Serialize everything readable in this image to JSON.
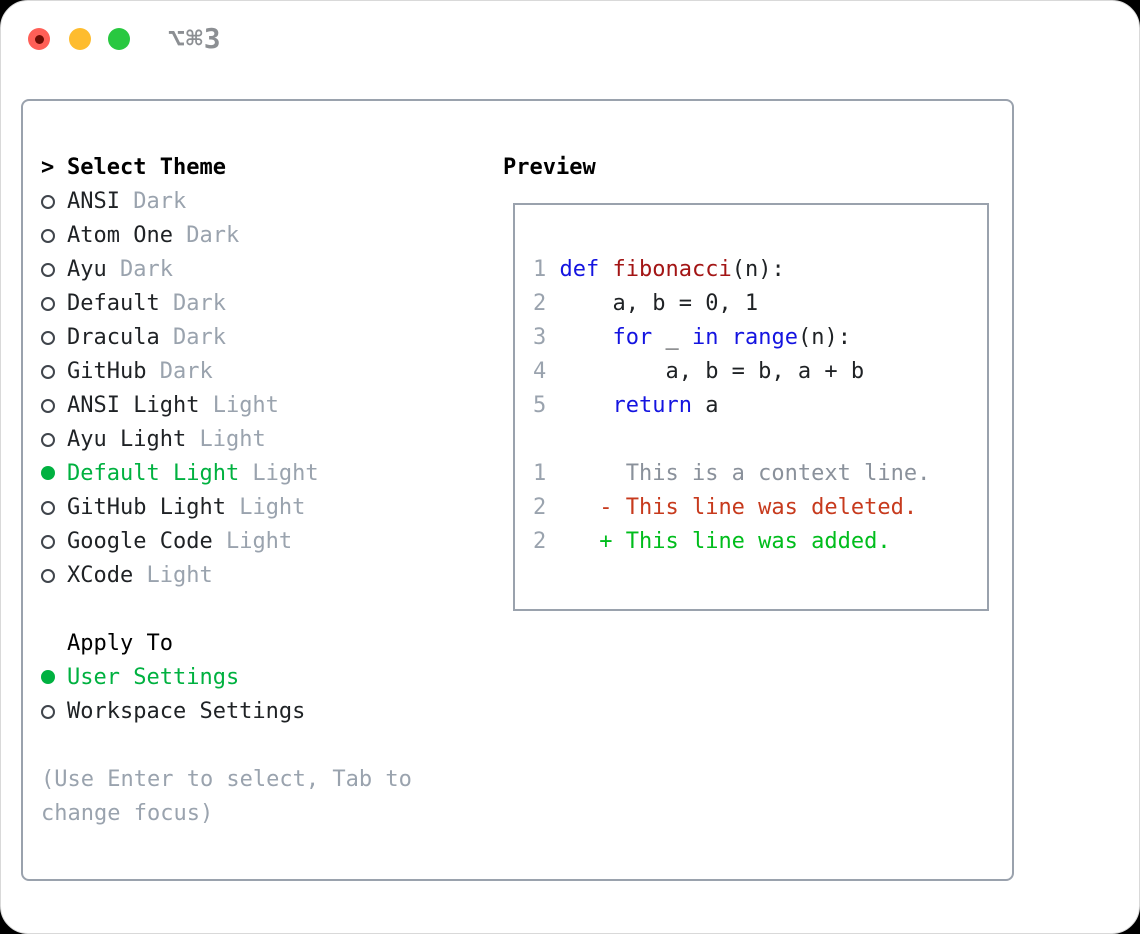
{
  "window": {
    "title": "⌥⌘3"
  },
  "traffic_lights": {
    "close": "close-button",
    "minimize": "minimize-button",
    "zoom": "zoom-button"
  },
  "theme_panel": {
    "prompt": ">",
    "header": "Select Theme",
    "items": [
      {
        "name": "ANSI",
        "tag": "Dark",
        "selected": false
      },
      {
        "name": "Atom One",
        "tag": "Dark",
        "selected": false
      },
      {
        "name": "Ayu",
        "tag": "Dark",
        "selected": false
      },
      {
        "name": "Default",
        "tag": "Dark",
        "selected": false
      },
      {
        "name": "Dracula",
        "tag": "Dark",
        "selected": false
      },
      {
        "name": "GitHub",
        "tag": "Dark",
        "selected": false
      },
      {
        "name": "ANSI Light",
        "tag": "Light",
        "selected": false
      },
      {
        "name": "Ayu Light",
        "tag": "Light",
        "selected": false
      },
      {
        "name": "Default Light",
        "tag": "Light",
        "selected": true
      },
      {
        "name": "GitHub Light",
        "tag": "Light",
        "selected": false
      },
      {
        "name": "Google Code",
        "tag": "Light",
        "selected": false
      },
      {
        "name": "XCode",
        "tag": "Light",
        "selected": false
      }
    ],
    "apply_to": {
      "header": "Apply To",
      "options": [
        {
          "label": "User Settings",
          "selected": true
        },
        {
          "label": "Workspace Settings",
          "selected": false
        }
      ]
    },
    "help": "(Use Enter to select, Tab to change focus)"
  },
  "preview": {
    "header": "Preview",
    "lines": [
      {
        "num": "1",
        "type": "code",
        "tokens": [
          [
            " ",
            "pl"
          ],
          [
            "def",
            "kw"
          ],
          [
            " ",
            "pl"
          ],
          [
            "fibonacci",
            "fn"
          ],
          [
            "(n):",
            "pl"
          ]
        ]
      },
      {
        "num": "2",
        "type": "code",
        "tokens": [
          [
            "     a, b = 0, 1",
            "pl"
          ]
        ]
      },
      {
        "num": "3",
        "type": "code",
        "tokens": [
          [
            "     ",
            "pl"
          ],
          [
            "for",
            "kw"
          ],
          [
            " _ ",
            "pl"
          ],
          [
            "in",
            "kw"
          ],
          [
            " ",
            "pl"
          ],
          [
            "range",
            "kw"
          ],
          [
            "(n):",
            "pl"
          ]
        ]
      },
      {
        "num": "4",
        "type": "code",
        "tokens": [
          [
            "         a, b = b, a + b",
            "pl"
          ]
        ]
      },
      {
        "num": "5",
        "type": "code",
        "tokens": [
          [
            "     ",
            "pl"
          ],
          [
            "return",
            "kw"
          ],
          [
            " a",
            "pl"
          ]
        ]
      },
      {
        "num": "",
        "type": "blank",
        "tokens": []
      },
      {
        "num": "1",
        "type": "context",
        "tokens": [
          [
            "      This is a context line.",
            "ctx"
          ]
        ]
      },
      {
        "num": "2",
        "type": "deleted",
        "tokens": [
          [
            "    ",
            "pl"
          ],
          [
            "- This line was deleted.",
            "del"
          ]
        ]
      },
      {
        "num": "2",
        "type": "added",
        "tokens": [
          [
            "    ",
            "pl"
          ],
          [
            "+ This line was added.",
            "add"
          ]
        ]
      }
    ]
  },
  "colors": {
    "accent_green": "#00b140",
    "keyword_blue": "#1414e0",
    "function_red": "#a31515",
    "deleted_red": "#c73a1d",
    "added_green": "#00bd1c",
    "muted_gray": "#9aa3ae",
    "context_gray": "#8a919b",
    "text_dark": "#1f2225",
    "border_gray": "#9aa2ad",
    "radio_ring": "#40454c",
    "traffic_red": "#ff5f57",
    "traffic_yellow": "#febc2e",
    "traffic_green": "#28c840",
    "title_gray": "#8c8f93"
  }
}
